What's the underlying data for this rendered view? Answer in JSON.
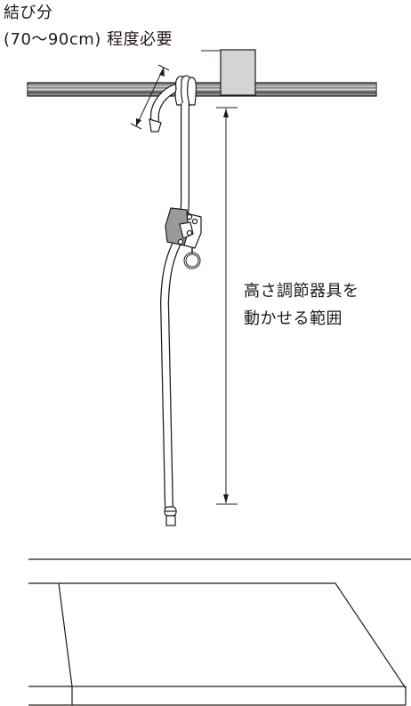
{
  "labels": {
    "knot_allowance_line1": "結び分",
    "knot_allowance_line2": "(70〜90cm) 程度必要",
    "adjust_range_line1": "高さ調節器具を",
    "adjust_range_line2": "動かせる範囲"
  },
  "colors": {
    "ink": "#231815",
    "bar_dark": "#555555",
    "bar_light": "#b8b8b8",
    "block_fill": "#d4d4d4"
  }
}
